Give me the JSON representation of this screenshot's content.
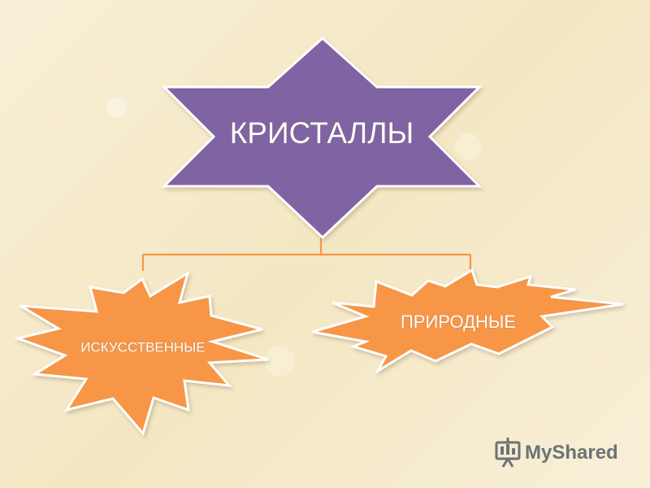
{
  "diagram": {
    "root": {
      "label": "КРИСТАЛЛЫ",
      "fill": "#8064a2"
    },
    "children": [
      {
        "label": "ИСКУССТВЕННЫЕ",
        "fill": "#f79646"
      },
      {
        "label": "ПРИРОДНЫЕ",
        "fill": "#f79646"
      }
    ],
    "connector_color": "#f79646",
    "outline_color": "#ffffff"
  },
  "watermark": {
    "text": "MyShared",
    "icon": "presentation-board-icon",
    "color": "#6b7375"
  }
}
